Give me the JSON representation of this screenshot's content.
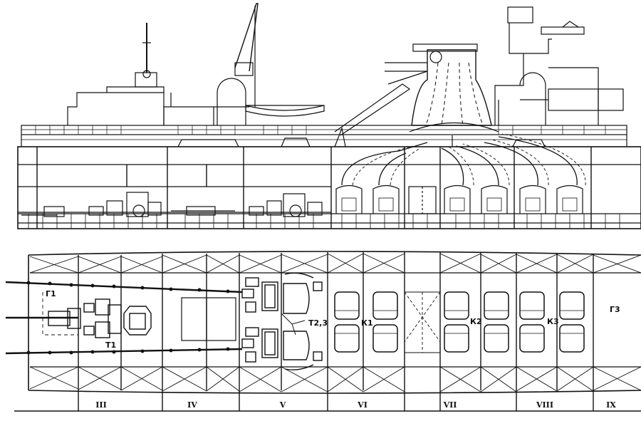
{
  "plan_labels": {
    "g1": "Г1",
    "t1": "Т1",
    "t23": "Т2,3",
    "k1": "К1",
    "k2": "К2",
    "k3": "К3",
    "g3": "Г3"
  },
  "sections": [
    "III",
    "IV",
    "V",
    "VI",
    "VII",
    "VIII",
    "IX"
  ],
  "colors": {
    "ink": "#111111",
    "paper": "#ffffff"
  }
}
